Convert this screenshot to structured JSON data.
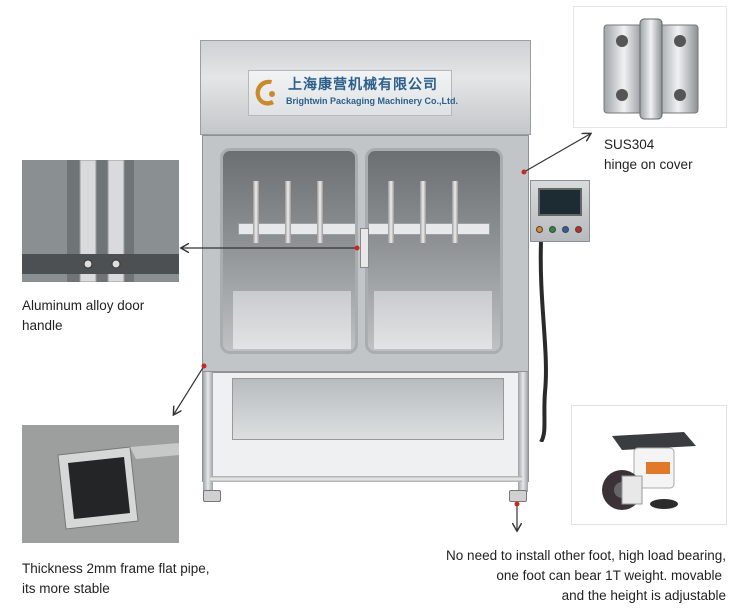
{
  "machine": {
    "logo_cn": "上海康营机械有限公司",
    "logo_en": "Brightwin Packaging Machinery Co.,Ltd."
  },
  "callouts": {
    "hinge": {
      "line1": "SUS304",
      "line2": "hinge on cover",
      "icon": "hinge-photo"
    },
    "handle": {
      "line1": "Aluminum alloy door",
      "line2": "handle",
      "icon": "door-handle-photo"
    },
    "pipe": {
      "line1": "Thickness 2mm frame flat pipe,",
      "line2": "its more stable",
      "icon": "square-pipe-photo"
    },
    "caster": {
      "line1": "No need to install other foot, high load bearing,",
      "line2": "one foot can bear 1T weight. movable",
      "line3": "and the height is adjustable",
      "icon": "caster-wheel-photo"
    }
  },
  "colors": {
    "steel": "#c2c5c7",
    "logo_text": "#2b5f8c",
    "arrow": "#333333",
    "caster_orange": "#e07a2a"
  }
}
